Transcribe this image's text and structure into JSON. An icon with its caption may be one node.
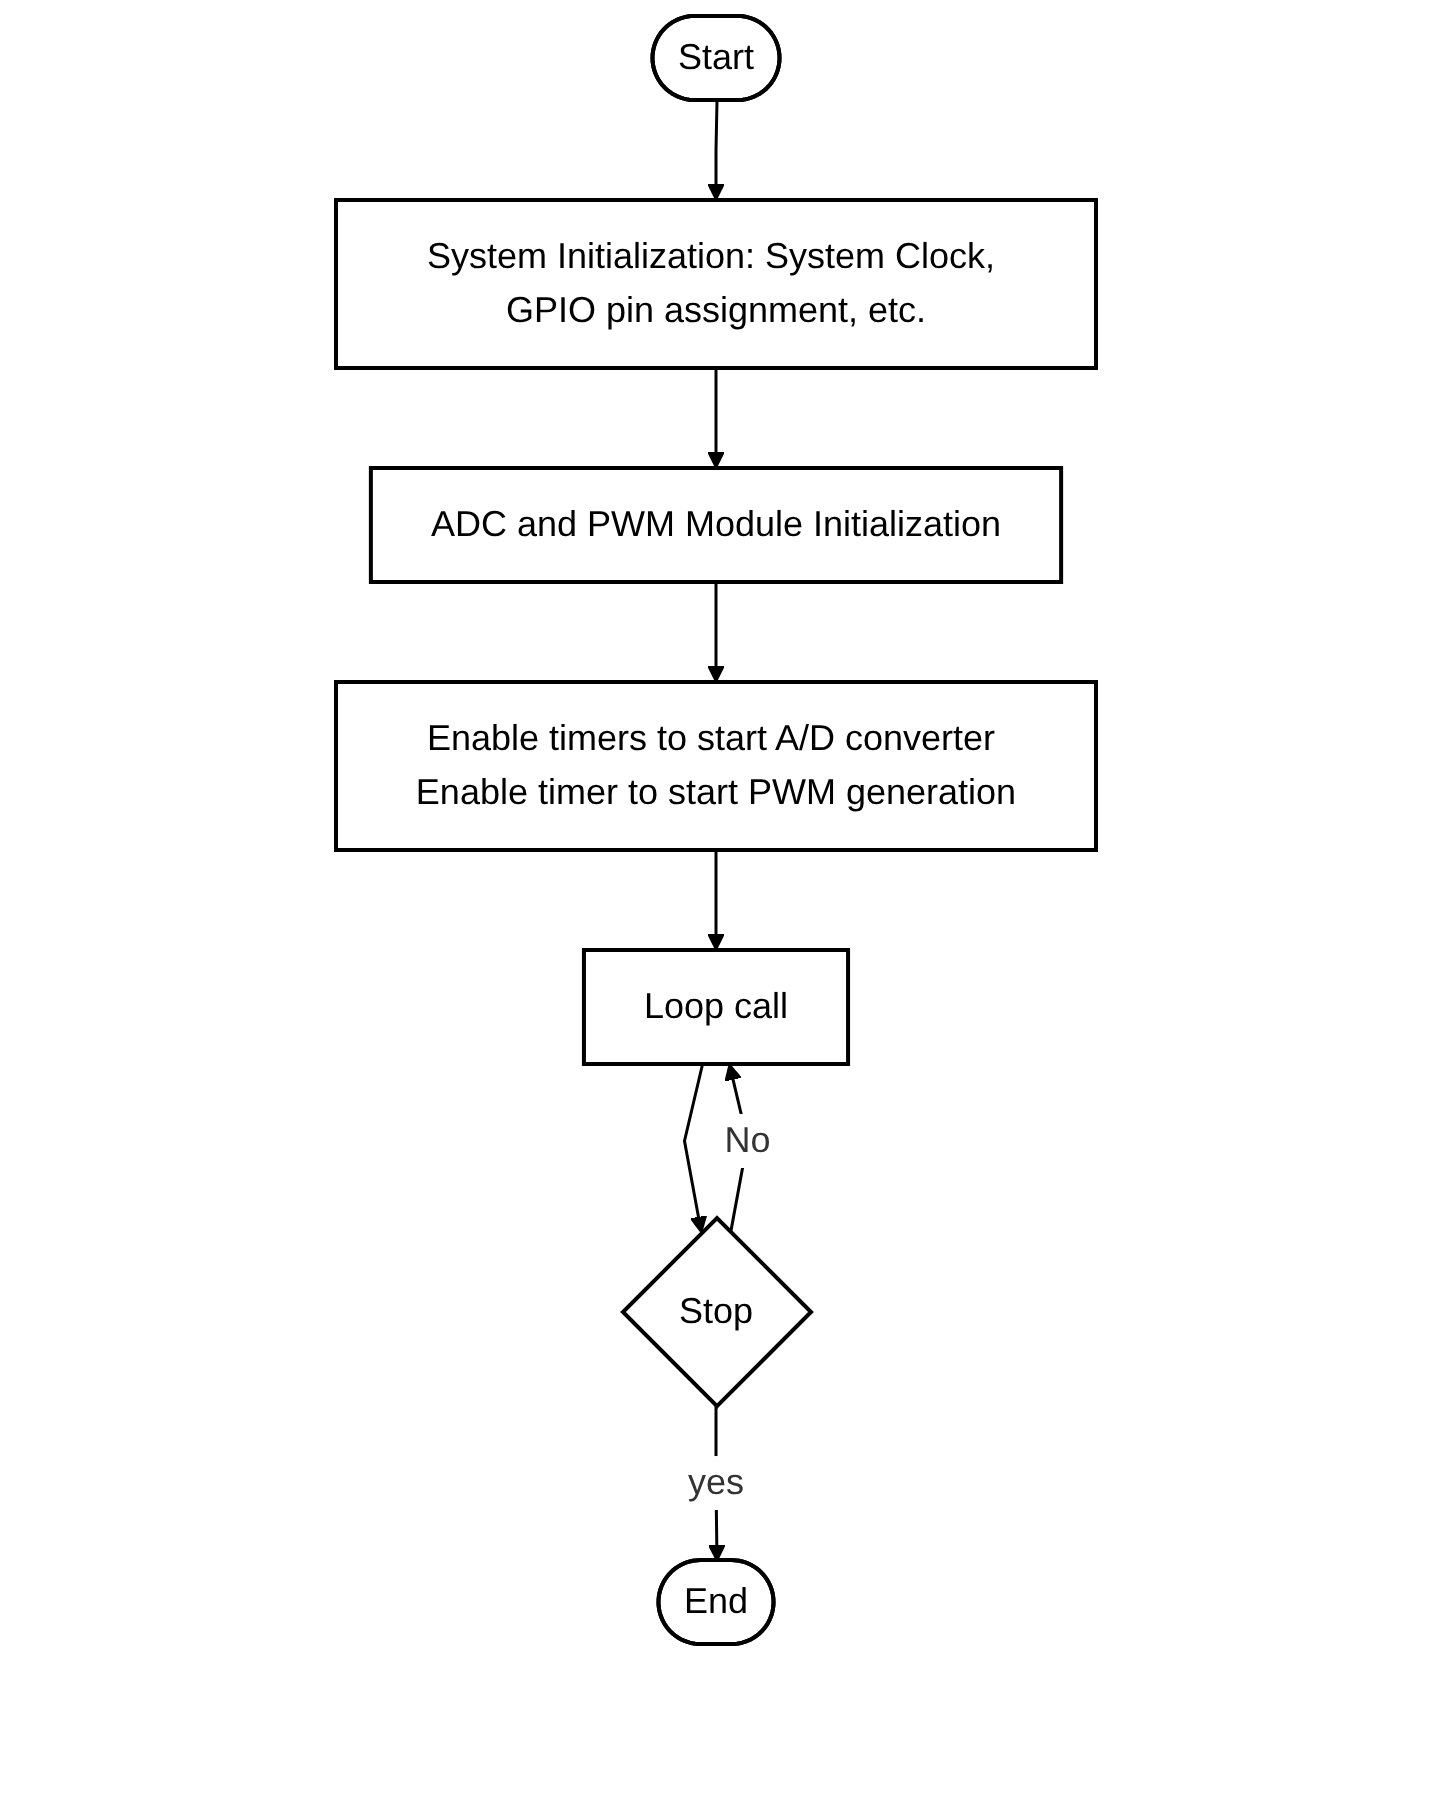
{
  "diagram": {
    "nodes": [
      {
        "text": [
          "Start"
        ]
      },
      {
        "text": [
          "System Initialization: System Clock, GPIO pin assignment, etc."
        ]
      },
      {
        "text": [
          "ADC and PWM Module Initialization"
        ]
      },
      {
        "text": [
          "Enable timers to start A/D converter Enable timer to start PWM generation"
        ]
      },
      {
        "text": [
          "Loop call"
        ]
      },
      {
        "text": [
          "Stop"
        ]
      },
      {
        "text": [
          "End"
        ]
      }
    ],
    "edges": [
      {
        "from": 0,
        "to": 1,
        "arrow": "to"
      },
      {
        "from": 1,
        "to": 2,
        "arrow": "to"
      },
      {
        "from": 2,
        "to": 3,
        "arrow": "to"
      },
      {
        "from": 3,
        "to": 4,
        "arrow": "to"
      },
      {
        "from": 4,
        "to": 5,
        "arrow": "to"
      },
      {
        "from": 5,
        "to": 4,
        "arrow": "to",
        "label": "No"
      },
      {
        "from": 5,
        "to": 6,
        "arrow": "to",
        "label": "yes"
      }
    ]
  }
}
